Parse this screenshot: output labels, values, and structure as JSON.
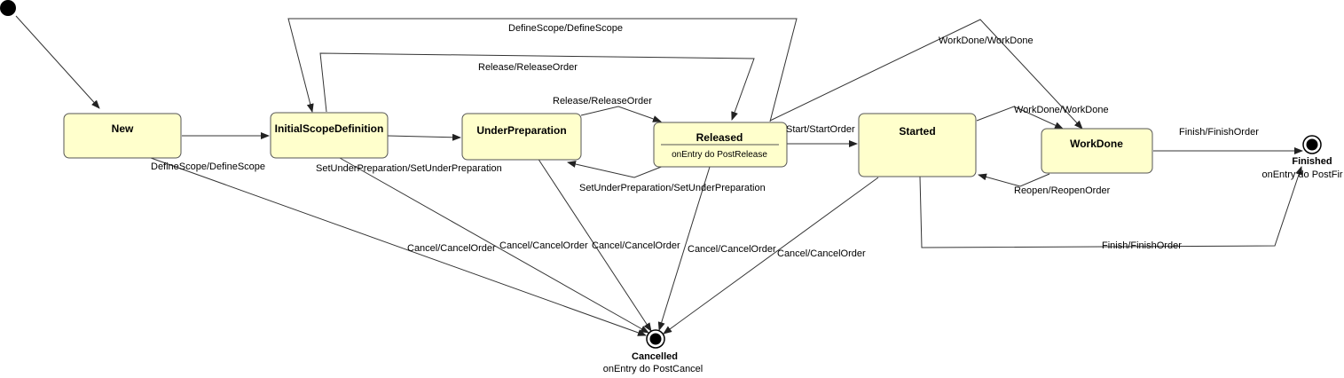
{
  "states": {
    "new": "New",
    "initial_scope": "InitialScopeDefinition",
    "under_preparation": "UnderPreparation",
    "released": {
      "name": "Released",
      "entry": "onEntry do PostRelease"
    },
    "started": "Started",
    "work_done": "WorkDone"
  },
  "finals": {
    "finished": {
      "name": "Finished",
      "entry": "onEntry do PostFir"
    },
    "cancelled": {
      "name": "Cancelled",
      "entry": "onEntry do PostCancel"
    }
  },
  "transitions": {
    "define_scope_top": "DefineScope/DefineScope",
    "release_top": "Release/ReleaseOrder",
    "release_mid": "Release/ReleaseOrder",
    "workdone_top": "WorkDone/WorkDone",
    "workdone_mid": "WorkDone/WorkDone",
    "finish_workdone": "Finish/FinishOrder",
    "define_scope_new": "DefineScope/DefineScope",
    "set_under_prep_1": "SetUnderPreparation/SetUnderPreparation",
    "set_under_prep_2": "SetUnderPreparation/SetUnderPreparation",
    "start": "Start/StartOrder",
    "reopen": "Reopen/ReopenOrder",
    "finish_started": "Finish/FinishOrder",
    "cancel_new": "Cancel/CancelOrder",
    "cancel_initial": "Cancel/CancelOrder",
    "cancel_underprep": "Cancel/CancelOrder",
    "cancel_released": "Cancel/CancelOrder",
    "cancel_started": "Cancel/CancelOrder"
  }
}
